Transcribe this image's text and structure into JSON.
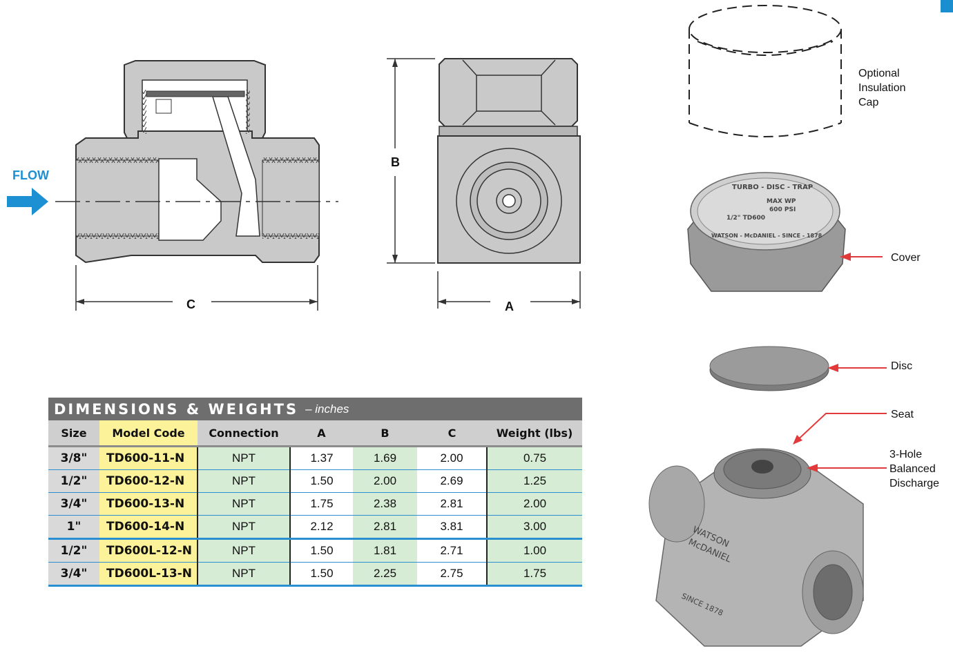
{
  "flow_label": "FLOW",
  "dims": {
    "b": "B",
    "c": "C",
    "a": "A"
  },
  "callouts": {
    "insulation_cap": [
      "Optional",
      "Insulation",
      "Cap"
    ],
    "cover": "Cover",
    "disc": "Disc",
    "seat": "Seat",
    "discharge": [
      "3-Hole",
      "Balanced",
      "Discharge"
    ]
  },
  "cover_engraving": {
    "top": "TURBO - DISC - TRAP",
    "rating": [
      "MAX WP",
      "600 PSI"
    ],
    "model": "1/2\" TD600",
    "bottom": "WATSON - McDANIEL - SINCE - 1878"
  },
  "body_engraving": {
    "name": [
      "WATSON",
      "McDANIEL"
    ],
    "since": "SINCE 1878"
  },
  "table": {
    "title": "DIMENSIONS & WEIGHTS",
    "units": "– inches",
    "headers": [
      "Size",
      "Model Code",
      "Connection",
      "A",
      "B",
      "C",
      "Weight (lbs)"
    ],
    "rows": [
      [
        "3/8\"",
        "TD600-11-N",
        "NPT",
        "1.37",
        "1.69",
        "2.00",
        "0.75"
      ],
      [
        "1/2\"",
        "TD600-12-N",
        "NPT",
        "1.50",
        "2.00",
        "2.69",
        "1.25"
      ],
      [
        "3/4\"",
        "TD600-13-N",
        "NPT",
        "1.75",
        "2.38",
        "2.81",
        "2.00"
      ],
      [
        "1\"",
        "TD600-14-N",
        "NPT",
        "2.12",
        "2.81",
        "3.81",
        "3.00"
      ],
      [
        "1/2\"",
        "TD600L-12-N",
        "NPT",
        "1.50",
        "1.81",
        "2.71",
        "1.00"
      ],
      [
        "3/4\"",
        "TD600L-13-N",
        "NPT",
        "1.50",
        "2.25",
        "2.75",
        "1.75"
      ]
    ]
  },
  "colors": {
    "accent_blue": "#1d8fd3",
    "model_yellow": "#fbf29a",
    "cell_green": "#d6ecd4",
    "arrow_red": "#e23a3a"
  }
}
